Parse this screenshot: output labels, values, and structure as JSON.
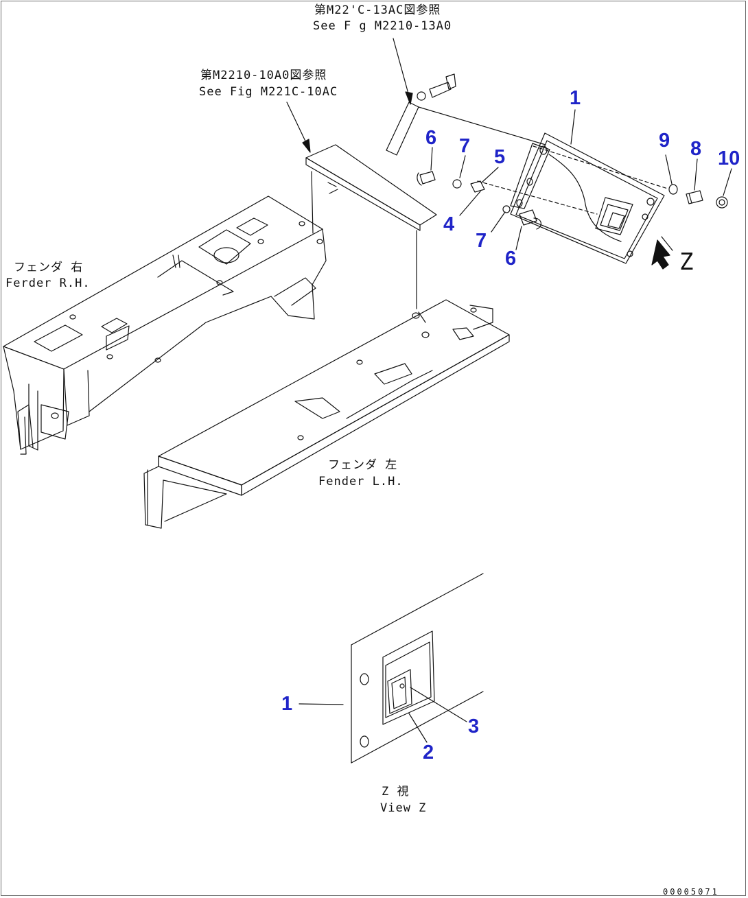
{
  "references": {
    "top_jp": "第M22'C-13AC図参照",
    "top_en": "See F g M2210-13A0",
    "mid_jp": "第M2210-10A0図参照",
    "mid_en": "See Fig M221C-10AC"
  },
  "fenders": {
    "rh_jp": "フェンダ 右",
    "rh_en": "Ferder R.H.",
    "lh_jp": "フェンダ 左",
    "lh_en": "Fender L.H."
  },
  "view": {
    "arrow_letter": "Z",
    "caption_jp": "Z 視",
    "caption_en": "View Z"
  },
  "callouts": {
    "p1": "1",
    "p2": "2",
    "p3": "3",
    "p4": "4",
    "p5": "5",
    "p6a": "6",
    "p6b": "6",
    "p7a": "7",
    "p7b": "7",
    "p8": "8",
    "p9": "9",
    "p10": "10",
    "p1_view": "1"
  },
  "drawing_code": "00005071",
  "colors": {
    "callout": "#1f24c8",
    "line": "#111111"
  }
}
